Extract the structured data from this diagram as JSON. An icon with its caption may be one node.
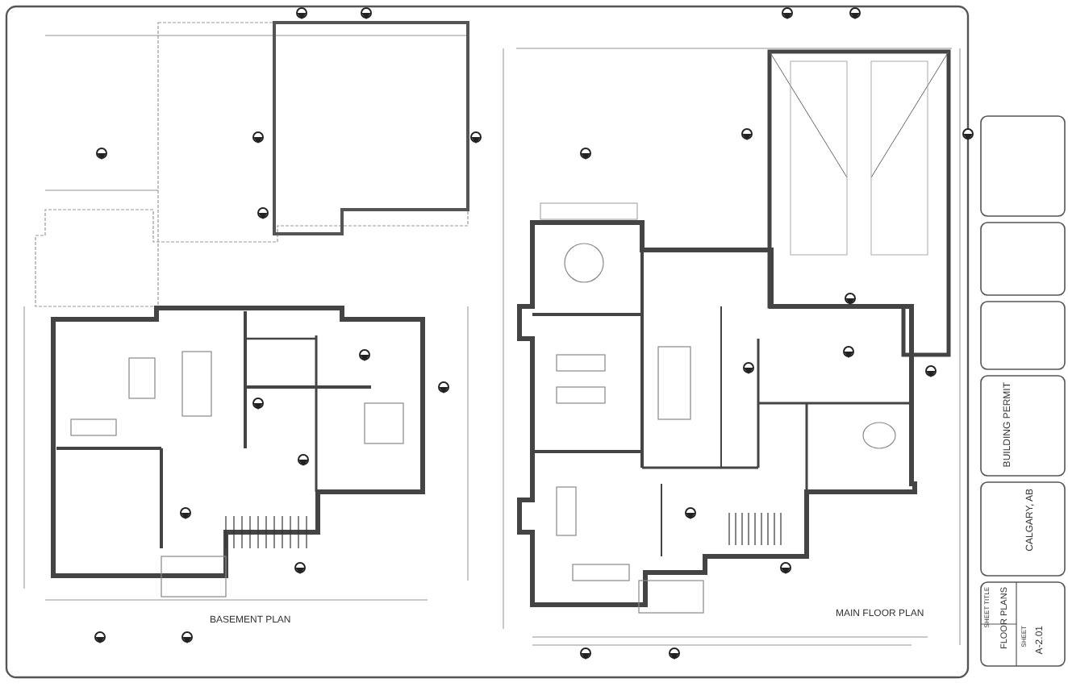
{
  "diagram": {
    "labels": [
      "BUILDING PERMIT",
      "CALGARY, AB",
      "SHEET TITLE",
      "FLOOR PLANS",
      "SHEET",
      "A-2.01",
      "BASEMENT PLAN",
      "MAIN FLOOR PLAN"
    ]
  }
}
